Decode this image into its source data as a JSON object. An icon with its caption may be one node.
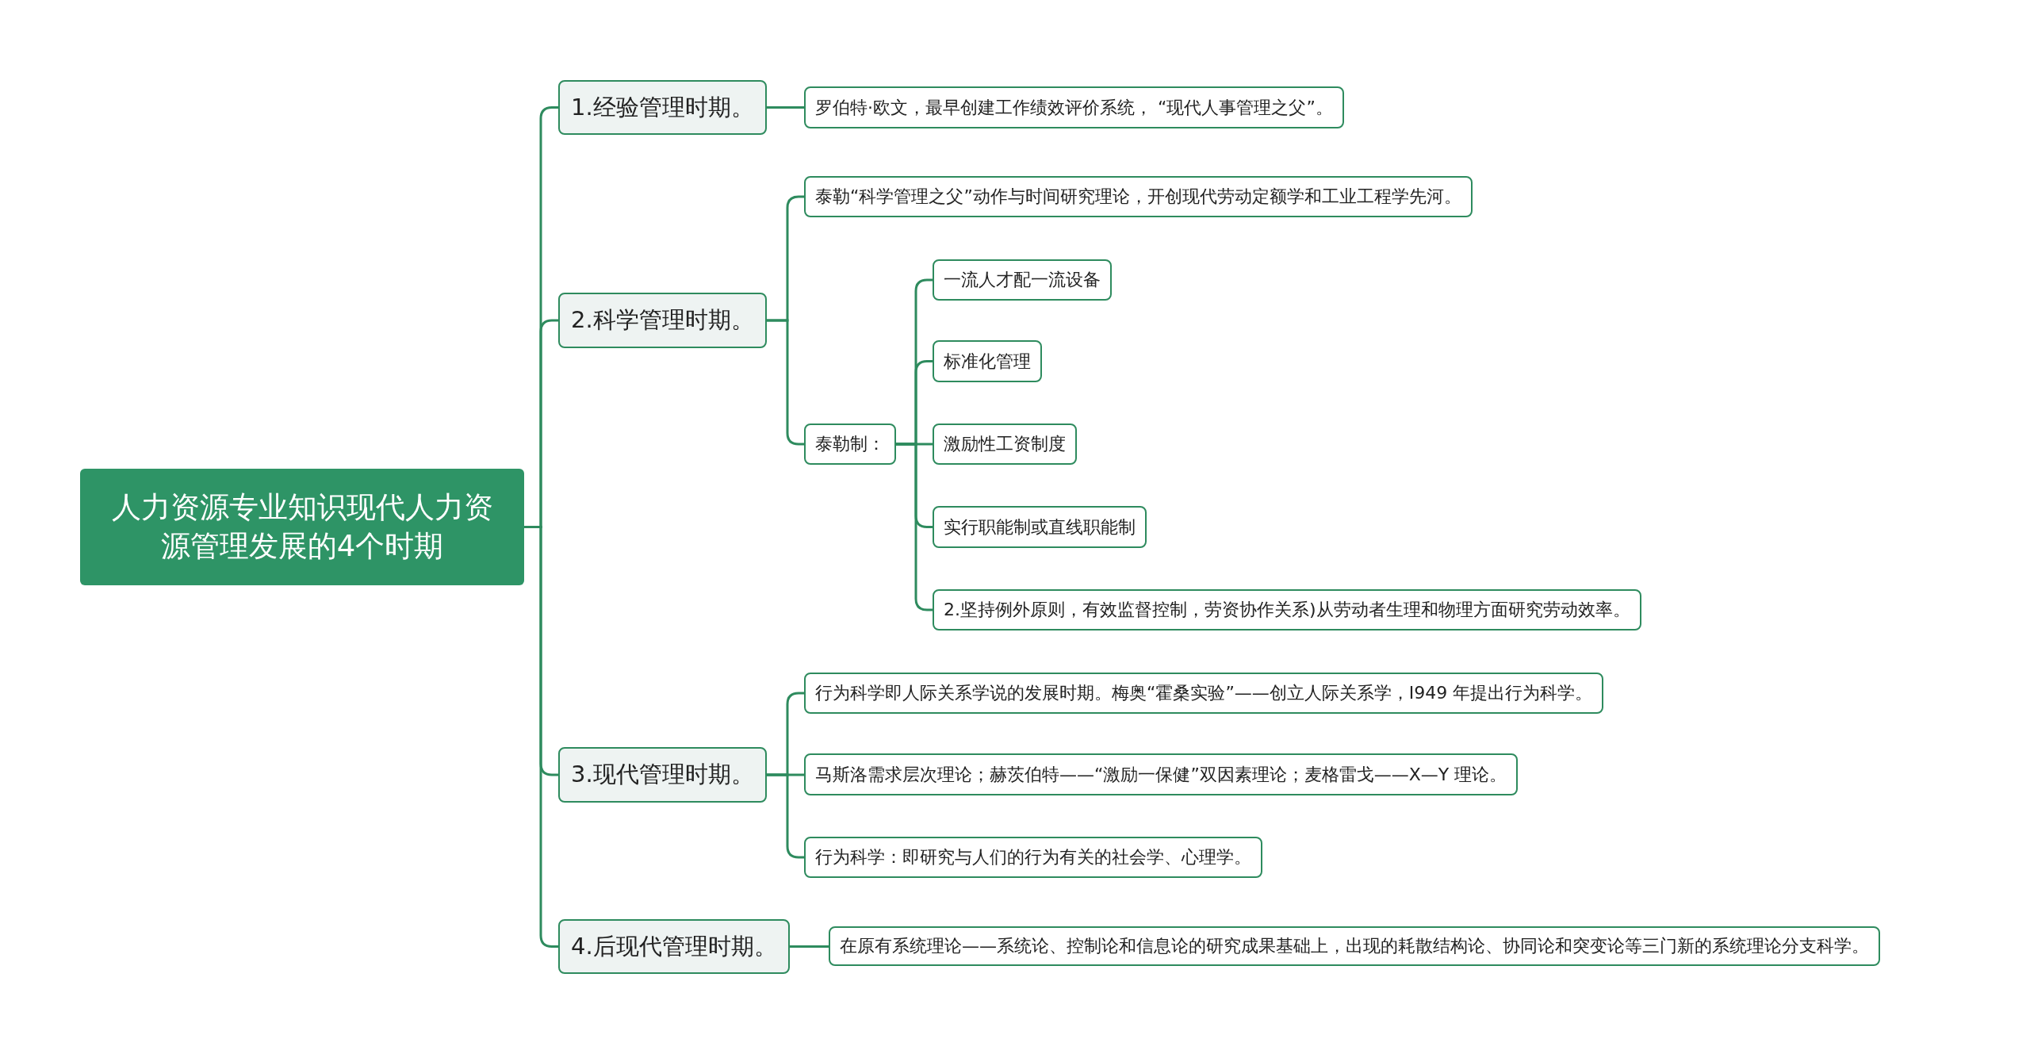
{
  "diagram": {
    "nodes": [
      {
        "text": [
          "人力资源专业知识现代人力资源管理发展的4个时期"
        ]
      },
      {
        "text": [
          "1.经验管理时期。"
        ]
      },
      {
        "text": [
          "罗伯特·欧文，最早创建工作绩效评价系统， “现代人事管理之父”。"
        ]
      },
      {
        "text": [
          "2.科学管理时期。"
        ]
      },
      {
        "text": [
          "泰勒“科学管理之父”动作与时间研究理论，开创现代劳动定额学和工业工程学先河。"
        ]
      },
      {
        "text": [
          "泰勒制："
        ]
      },
      {
        "text": [
          "一流人才配一流设备"
        ]
      },
      {
        "text": [
          "标准化管理"
        ]
      },
      {
        "text": [
          "激励性工资制度"
        ]
      },
      {
        "text": [
          "实行职能制或直线职能制"
        ]
      },
      {
        "text": [
          "2.坚持例外原则，有效监督控制，劳资协作关系)从劳动者生理和物理方面研究劳动效率。"
        ]
      },
      {
        "text": [
          "3.现代管理时期。"
        ]
      },
      {
        "text": [
          "行为科学即人际关系学说的发展时期。梅奥“霍桑实验”——创立人际关系学，I949 年提出行为科学。"
        ]
      },
      {
        "text": [
          "马斯洛需求层次理论；赫茨伯特——“激励一保健”双因素理论；麦格雷戈——X—Y 理论。"
        ]
      },
      {
        "text": [
          "行为科学：即研究与人们的行为有关的社会学、心理学。"
        ]
      },
      {
        "text": [
          "4.后现代管理时期。"
        ]
      },
      {
        "text": [
          "在原有系统理论——系统论、控制论和信息论的研究成果基础上，出现的耗散结构论、协同论和突变论等三门新的系统理论分支科学。"
        ]
      }
    ],
    "edges": [
      {
        "from": 0,
        "to": 1,
        "arrow": "none"
      },
      {
        "from": 0,
        "to": 3,
        "arrow": "none"
      },
      {
        "from": 0,
        "to": 11,
        "arrow": "none"
      },
      {
        "from": 0,
        "to": 15,
        "arrow": "none"
      },
      {
        "from": 1,
        "to": 2,
        "arrow": "none"
      },
      {
        "from": 3,
        "to": 4,
        "arrow": "none"
      },
      {
        "from": 3,
        "to": 5,
        "arrow": "none"
      },
      {
        "from": 5,
        "to": 6,
        "arrow": "none"
      },
      {
        "from": 5,
        "to": 7,
        "arrow": "none"
      },
      {
        "from": 5,
        "to": 8,
        "arrow": "none"
      },
      {
        "from": 5,
        "to": 9,
        "arrow": "none"
      },
      {
        "from": 5,
        "to": 10,
        "arrow": "none"
      },
      {
        "from": 11,
        "to": 12,
        "arrow": "none"
      },
      {
        "from": 11,
        "to": 13,
        "arrow": "none"
      },
      {
        "from": 11,
        "to": 14,
        "arrow": "none"
      },
      {
        "from": 15,
        "to": 16,
        "arrow": "none"
      }
    ]
  }
}
